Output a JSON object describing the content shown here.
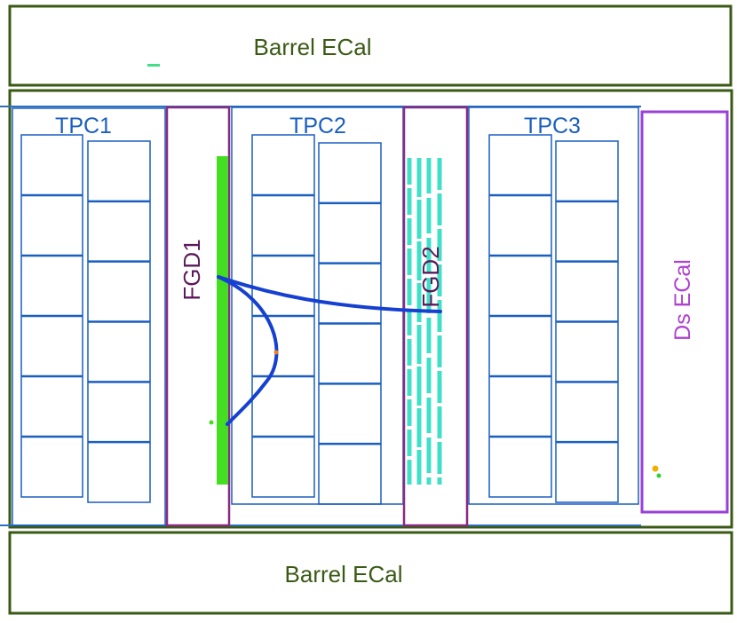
{
  "labels": {
    "barrel_top": "Barrel ECal",
    "barrel_bottom": "Barrel ECal",
    "tpc1": "TPC1",
    "tpc2": "TPC2",
    "tpc3": "TPC3",
    "fgd1": "FGD1",
    "fgd2": "FGD2",
    "ds_ecal": "Ds ECal"
  },
  "colors": {
    "barrel": "#3a5a14",
    "tpc": "#1a5fc0",
    "fgd_frame": "#8a2a80",
    "fgd_text": "#5a1a5a",
    "ds_ecal": "#9b40d6",
    "ds_ecal_text": "#b040d0",
    "fgd1_hits": "#44dd22",
    "fgd2_hits": "#40e0c8",
    "track": "#1540d0"
  }
}
